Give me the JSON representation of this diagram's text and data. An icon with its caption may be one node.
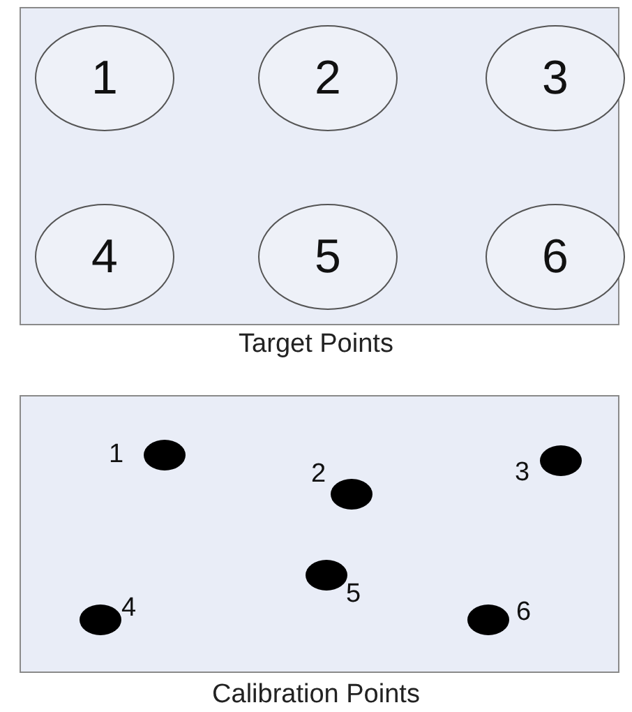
{
  "diagram": {
    "nodes": [
      {
        "text": [
          "Target Points"
        ]
      },
      {
        "text": [
          "1"
        ],
        "in": 0
      },
      {
        "text": [
          "2"
        ],
        "in": 0
      },
      {
        "text": [
          "3"
        ],
        "in": 0
      },
      {
        "text": [
          "4"
        ],
        "in": 0
      },
      {
        "text": [
          "5"
        ],
        "in": 0
      },
      {
        "text": [
          "6"
        ],
        "in": 0
      },
      {
        "text": [
          "Calibration Points"
        ]
      },
      {
        "text": [],
        "shape": "circle",
        "in": 7,
        "beside": [
          "1"
        ]
      },
      {
        "text": [],
        "shape": "circle",
        "in": 7,
        "beside": [
          "2"
        ]
      },
      {
        "text": [],
        "shape": "circle",
        "in": 7,
        "beside": [
          "3"
        ]
      },
      {
        "text": [],
        "shape": "circle",
        "in": 7,
        "beside": [
          "4"
        ]
      },
      {
        "text": [],
        "shape": "circle",
        "in": 7,
        "beside": [
          "5"
        ]
      },
      {
        "text": [],
        "shape": "circle",
        "in": 7,
        "beside": [
          "6"
        ]
      }
    ],
    "edges": []
  }
}
